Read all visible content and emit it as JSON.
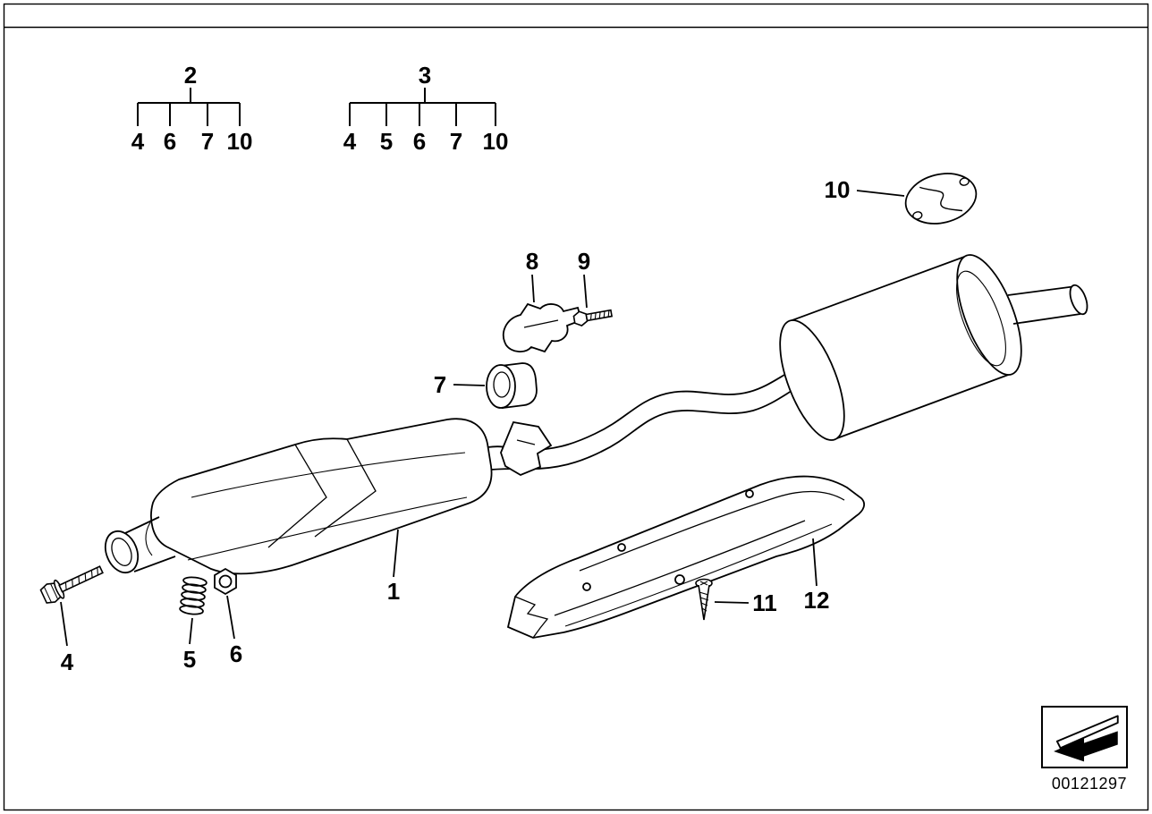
{
  "colors": {
    "line": "#000000",
    "background": "#ffffff"
  },
  "image_number": "00121297",
  "groups": [
    {
      "label": "2",
      "members": [
        "4",
        "6",
        "7",
        "10"
      ]
    },
    {
      "label": "3",
      "members": [
        "4",
        "5",
        "6",
        "7",
        "10"
      ]
    }
  ],
  "callouts": [
    {
      "label": "1"
    },
    {
      "label": "4"
    },
    {
      "label": "5"
    },
    {
      "label": "6"
    },
    {
      "label": "7"
    },
    {
      "label": "8"
    },
    {
      "label": "9"
    },
    {
      "label": "10"
    },
    {
      "label": "11"
    },
    {
      "label": "12"
    }
  ]
}
